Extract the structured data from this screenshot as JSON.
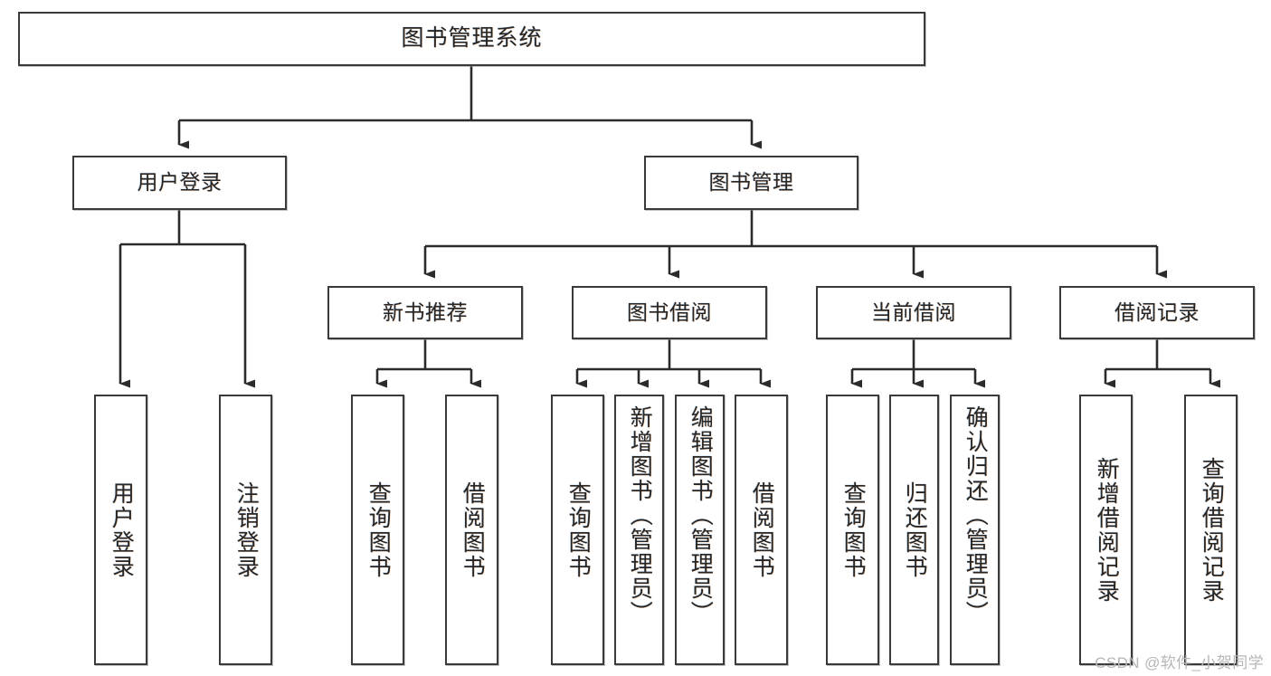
{
  "diagram": {
    "type": "tree",
    "title": "图书管理系统",
    "watermark": "CSDN @软件_小贺同学",
    "colors": {
      "background": "#ffffff",
      "box_border": "#3a3a3a",
      "box_fill": "#ffffff",
      "edge": "#2b2b2b",
      "text": "#262626",
      "watermark": "#b6b6b6"
    },
    "nodes": {
      "root": {
        "label": "图书管理系统",
        "level": 1,
        "orientation": "horizontal"
      },
      "level2": [
        {
          "id": "user-login",
          "label": "用户登录"
        },
        {
          "id": "book-management",
          "label": "图书管理"
        }
      ],
      "level3": [
        {
          "id": "new-book-recommend",
          "label": "新书推荐",
          "parent": "book-management"
        },
        {
          "id": "book-borrow",
          "label": "图书借阅",
          "parent": "book-management"
        },
        {
          "id": "current-borrow",
          "label": "当前借阅",
          "parent": "book-management"
        },
        {
          "id": "borrow-record",
          "label": "借阅记录",
          "parent": "book-management"
        }
      ],
      "leaves": [
        {
          "id": "leaf-user-login",
          "label": "用户登录",
          "parent": "user-login"
        },
        {
          "id": "leaf-logout",
          "label": "注销登录",
          "parent": "user-login"
        },
        {
          "id": "leaf-query-book-1",
          "label": "查询图书",
          "parent": "new-book-recommend"
        },
        {
          "id": "leaf-borrow-book-1",
          "label": "借阅图书",
          "parent": "new-book-recommend"
        },
        {
          "id": "leaf-query-book-2",
          "label": "查询图书",
          "parent": "book-borrow"
        },
        {
          "id": "leaf-add-book",
          "label": "新增图书（管理员）",
          "parent": "book-borrow"
        },
        {
          "id": "leaf-edit-book",
          "label": "编辑图书（管理员）",
          "parent": "book-borrow"
        },
        {
          "id": "leaf-borrow-book-2",
          "label": "借阅图书",
          "parent": "book-borrow"
        },
        {
          "id": "leaf-query-book-3",
          "label": "查询图书",
          "parent": "current-borrow"
        },
        {
          "id": "leaf-return-book",
          "label": "归还图书",
          "parent": "current-borrow"
        },
        {
          "id": "leaf-confirm-return",
          "label": "确认归还（管理员）",
          "parent": "current-borrow"
        },
        {
          "id": "leaf-add-record",
          "label": "新增借阅记录",
          "parent": "borrow-record"
        },
        {
          "id": "leaf-query-record",
          "label": "查询借阅记录",
          "parent": "borrow-record"
        }
      ]
    }
  }
}
